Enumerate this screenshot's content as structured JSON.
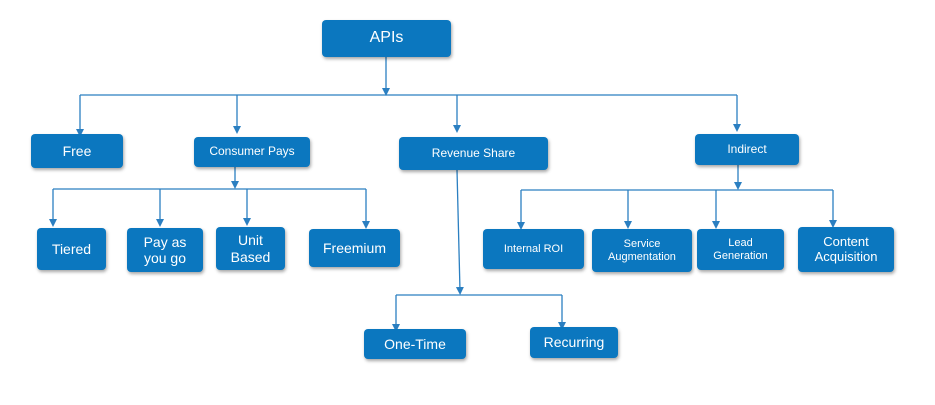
{
  "colors": {
    "box": "#0B77BF",
    "line": "#2B7FC1",
    "text": "#FFFFFF",
    "background": "#FFFFFF"
  },
  "nodes": {
    "apis": "APIs",
    "free": "Free",
    "consumer_pays": "Consumer Pays",
    "revenue_share": "Revenue Share",
    "indirect": "Indirect",
    "tiered": "Tiered",
    "pay_as_you_go": "Pay as\nyou go",
    "unit_based": "Unit\nBased",
    "freemium": "Freemium",
    "internal_roi": "Internal ROI",
    "service_augmentation": "Service\nAugmentation",
    "lead_generation": "Lead\nGeneration",
    "content_acquisition": "Content\nAcquisition",
    "one_time": "One-Time",
    "recurring": "Recurring"
  }
}
